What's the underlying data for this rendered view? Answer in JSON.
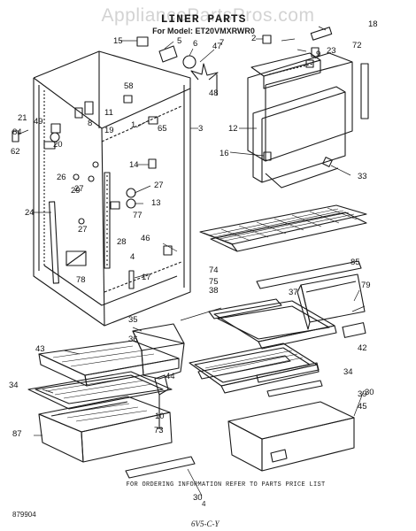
{
  "watermark": "AppliancePartsPros.com",
  "title": "LINER PARTS",
  "model": "For Model: ET20VMXRWR0",
  "footer_note": "FOR ORDERING INFORMATION REFER TO PARTS PRICE LIST",
  "page_number": "4",
  "doc_code": "879904",
  "signature": "6V5-C-Y",
  "callouts": [
    "1",
    "2",
    "3",
    "4",
    "5",
    "6",
    "7",
    "8",
    "9",
    "10",
    "11",
    "12",
    "13",
    "14",
    "15",
    "16",
    "17",
    "18",
    "19",
    "20",
    "21",
    "23",
    "24",
    "26",
    "27",
    "27",
    "27",
    "28",
    "29",
    "30",
    "30",
    "33",
    "34",
    "34",
    "35",
    "36",
    "37",
    "38",
    "39",
    "42",
    "43",
    "44",
    "45",
    "46",
    "47",
    "48",
    "49",
    "58",
    "62",
    "65",
    "72",
    "73",
    "74",
    "75",
    "77",
    "78",
    "79",
    "84",
    "85",
    "87"
  ],
  "colors": {
    "ink": "#1a1a1a",
    "watermark": "#d3d3d3",
    "background": "#ffffff"
  }
}
